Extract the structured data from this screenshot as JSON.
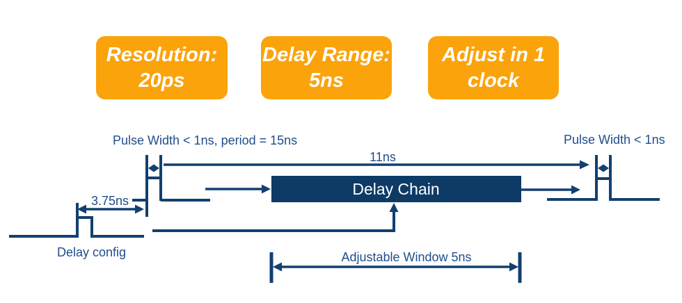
{
  "slide": {
    "info_boxes": [
      {
        "id": "resolution",
        "line1": "Resolution:",
        "line2": "20ps"
      },
      {
        "id": "delay_range",
        "line1": "Delay Range:",
        "line2": "5ns"
      },
      {
        "id": "adjust",
        "line1": "Adjust in 1",
        "line2": "clock"
      }
    ],
    "diagram": {
      "labels": {
        "pulse_note_left": "Pulse Width < 1ns, period = 15ns",
        "pulse_note_right": "Pulse Width < 1ns",
        "delay_span": "11ns",
        "config_offset": "3.75ns",
        "config_signal": "Delay config",
        "delay_chain": "Delay Chain",
        "adjustable_window": "Adjustable Window 5ns"
      },
      "values": {
        "resolution": "20ps",
        "delay_range": "5ns",
        "pulse_width_max": "1ns",
        "period": "15ns",
        "delay_shown": "11ns",
        "config_offset": "3.75ns",
        "adjustable_window": "5ns"
      }
    }
  },
  "colors": {
    "accent_orange": "#FBA30B",
    "navy_line": "#12406F",
    "navy_fill": "#0E3A66",
    "label_blue": "#1E4E8C",
    "text_white": "#FFFFFF",
    "bg": "#FFFFFF"
  }
}
